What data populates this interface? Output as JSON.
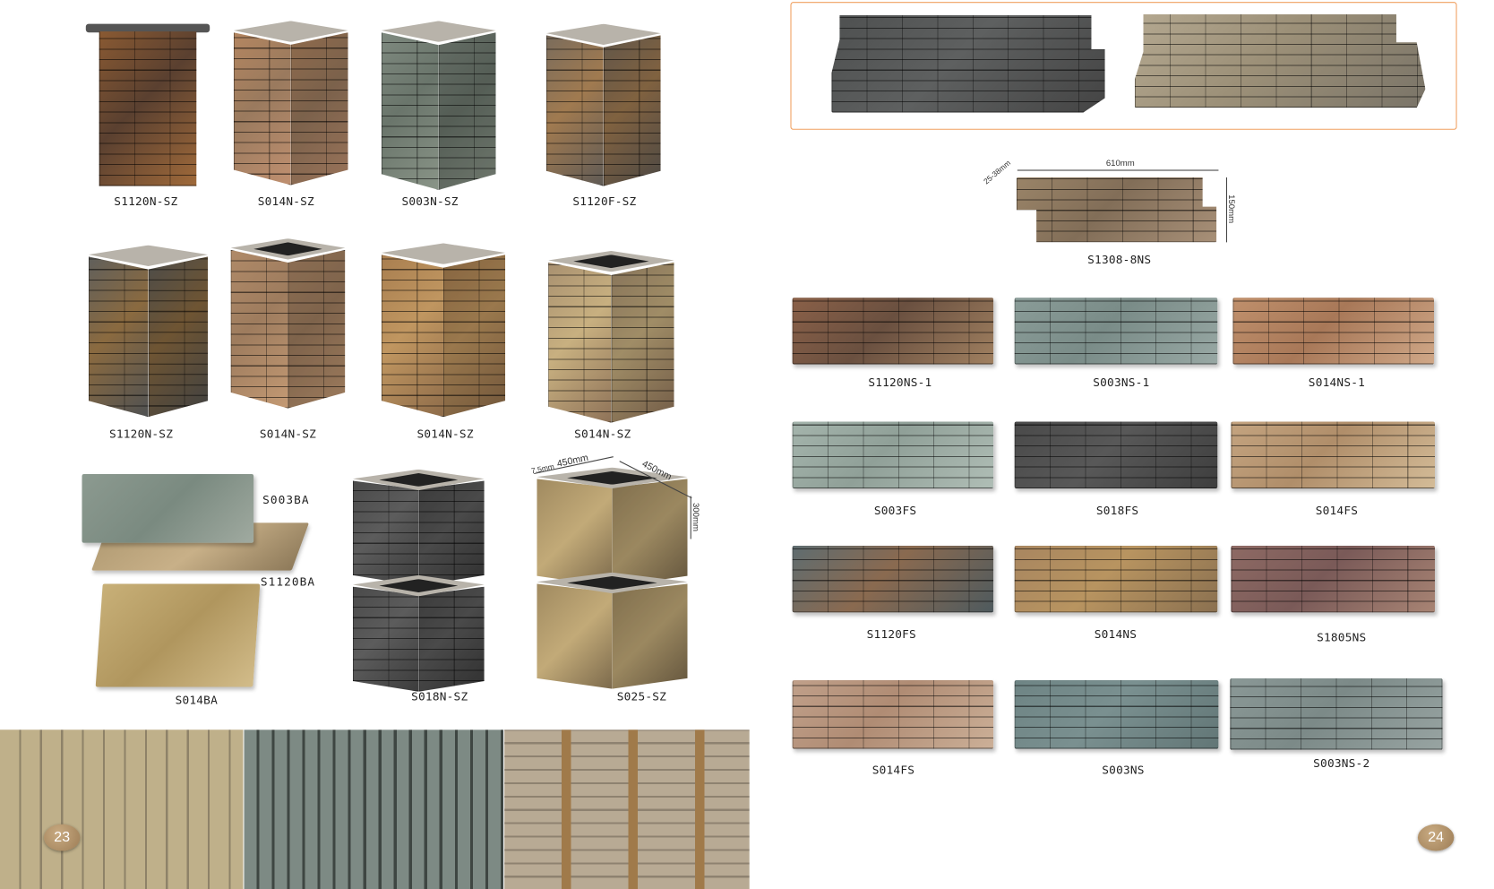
{
  "left_page": {
    "row1": [
      "S1120N-SZ",
      "S014N-SZ",
      "S003N-SZ",
      "S1120F-SZ"
    ],
    "row2": [
      "S1120N-SZ",
      "S014N-SZ",
      "S014N-SZ",
      "S014N-SZ"
    ],
    "row3": {
      "caps": [
        "S003BA",
        "S1120BA",
        "S014BA"
      ],
      "s018": "S018N-SZ",
      "s025": "S025-SZ",
      "dims": {
        "lip": "7.5mm",
        "width": "450mm",
        "depth": "450mm",
        "height": "300mm"
      }
    },
    "page_number": "23"
  },
  "right_page": {
    "featured": {
      "label": "S1308-8NS",
      "dims": {
        "width": "610mm",
        "thickness": "25-38mm",
        "height": "150mm"
      }
    },
    "grid": [
      [
        "S1120NS-1",
        "S003NS-1",
        "S014NS-1"
      ],
      [
        "S003FS",
        "S018FS",
        "S014FS"
      ],
      [
        "S1120FS",
        "S014NS",
        "S1805NS"
      ],
      [
        "S014FS",
        "S003NS",
        "S003NS-2"
      ]
    ],
    "page_number": "24"
  },
  "colors": {
    "frame": "#f0a060",
    "badge": "#a98860"
  }
}
